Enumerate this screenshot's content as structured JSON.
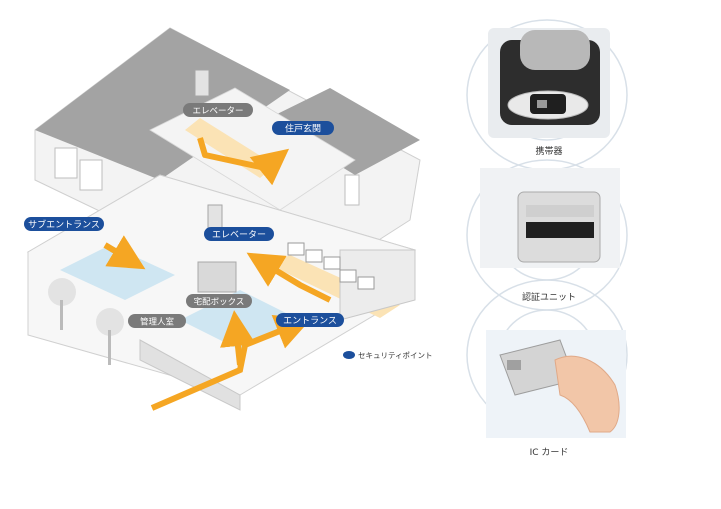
{
  "building": {
    "labels": {
      "elevator_top": "エレベーター",
      "unit_entrance": "住戸玄関",
      "sub_entrance": "サブエントランス",
      "elevator_mid": "エレベーター",
      "delivery_box": "宅配ボックス",
      "manager_room": "管理人室",
      "entrance": "エントランス"
    },
    "legend": {
      "label": "セキュリティポイント",
      "marker_color": "#1c4f9c"
    }
  },
  "devices": {
    "items": [
      {
        "icon": "key-fob-bag",
        "caption": "携帯器"
      },
      {
        "icon": "auth-unit",
        "caption": "認証ユニット"
      },
      {
        "icon": "ic-card-hand",
        "caption": "IC カード"
      }
    ]
  },
  "colors": {
    "security_label": "#1c4f9c",
    "location_label": "#7a7a7a",
    "route_arrow": "#f5a623",
    "route_path": "#fbe3b5",
    "floor_blue": "#cfe6f2",
    "roof_grey": "#9b9b9b"
  }
}
